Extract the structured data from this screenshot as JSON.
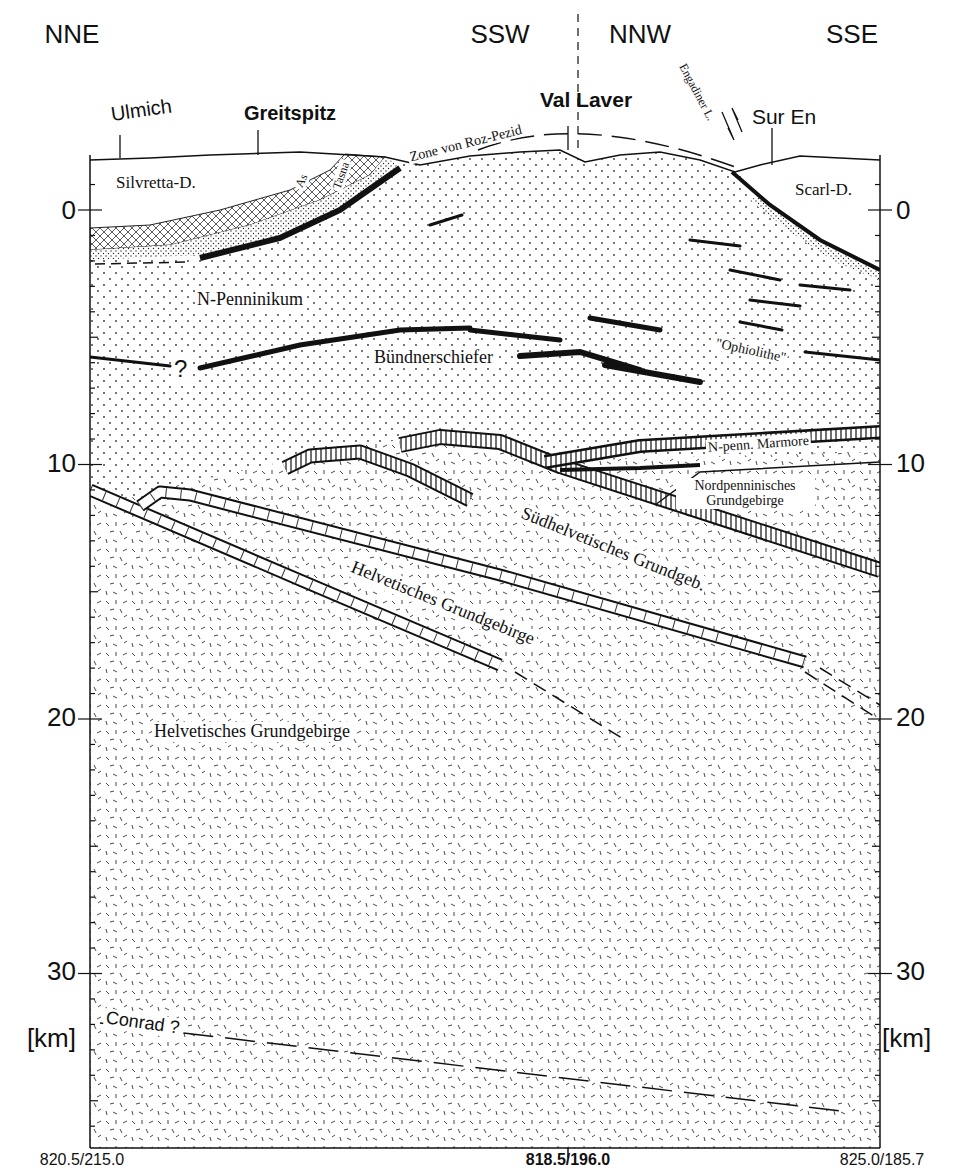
{
  "diagram": {
    "labels": [
      "NNE",
      "SSW",
      "NNW",
      "SSE",
      "Ulmich",
      "Greitspitz",
      "Zone von Roz-Pezid",
      "Val Laver",
      "Engadiner L.",
      "Sur En",
      "Silvretta-D.",
      "As",
      "Tasna",
      "Scarl-D.",
      "N-Penninikum",
      "?",
      "Bündnerschiefer",
      "\"Ophiolithe\"",
      "N-penn. Marmore",
      "Nordpenninisches Grundgebirge",
      "Südhelvetisches Grundgeb.",
      "Helvetisches Grundgebirge",
      "Helvetisches Grundgebirge",
      "Conrad ?",
      "0",
      "10",
      "20",
      "30",
      "[km]",
      "0",
      "10",
      "20",
      "30",
      "[km]",
      "820.5/215.0",
      "818.5/196.0",
      "825.0/185.7"
    ]
  }
}
